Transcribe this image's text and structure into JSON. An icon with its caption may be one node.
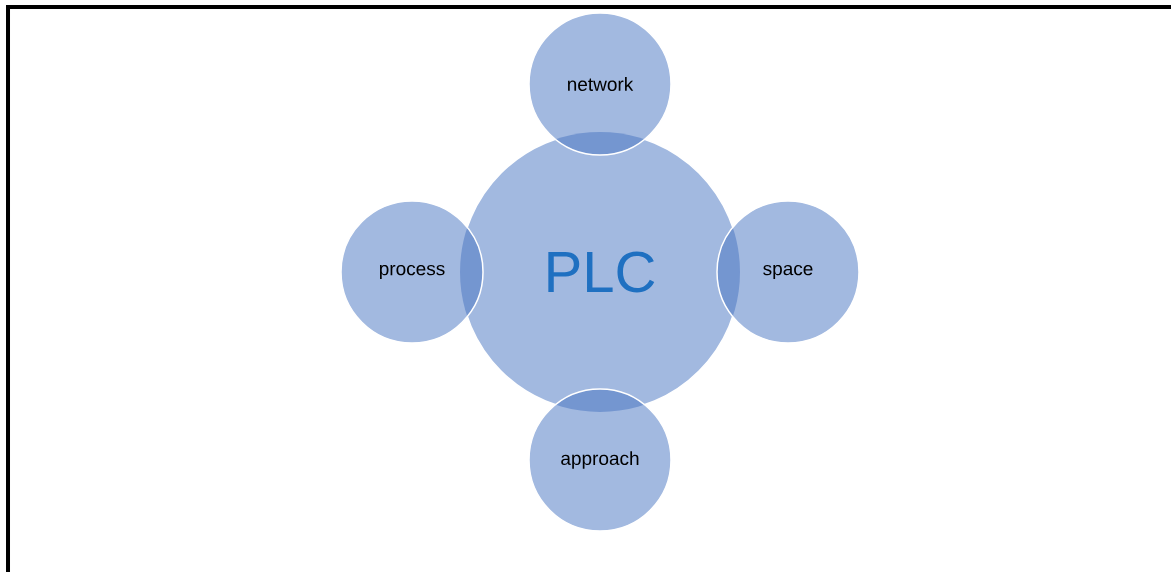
{
  "diagram": {
    "nodes": [
      {
        "text": [
          "network"
        ]
      },
      {
        "text": [
          "process"
        ]
      },
      {
        "text": [
          "PLC"
        ]
      },
      {
        "text": [
          "space"
        ]
      },
      {
        "text": [
          "approach"
        ]
      }
    ]
  }
}
